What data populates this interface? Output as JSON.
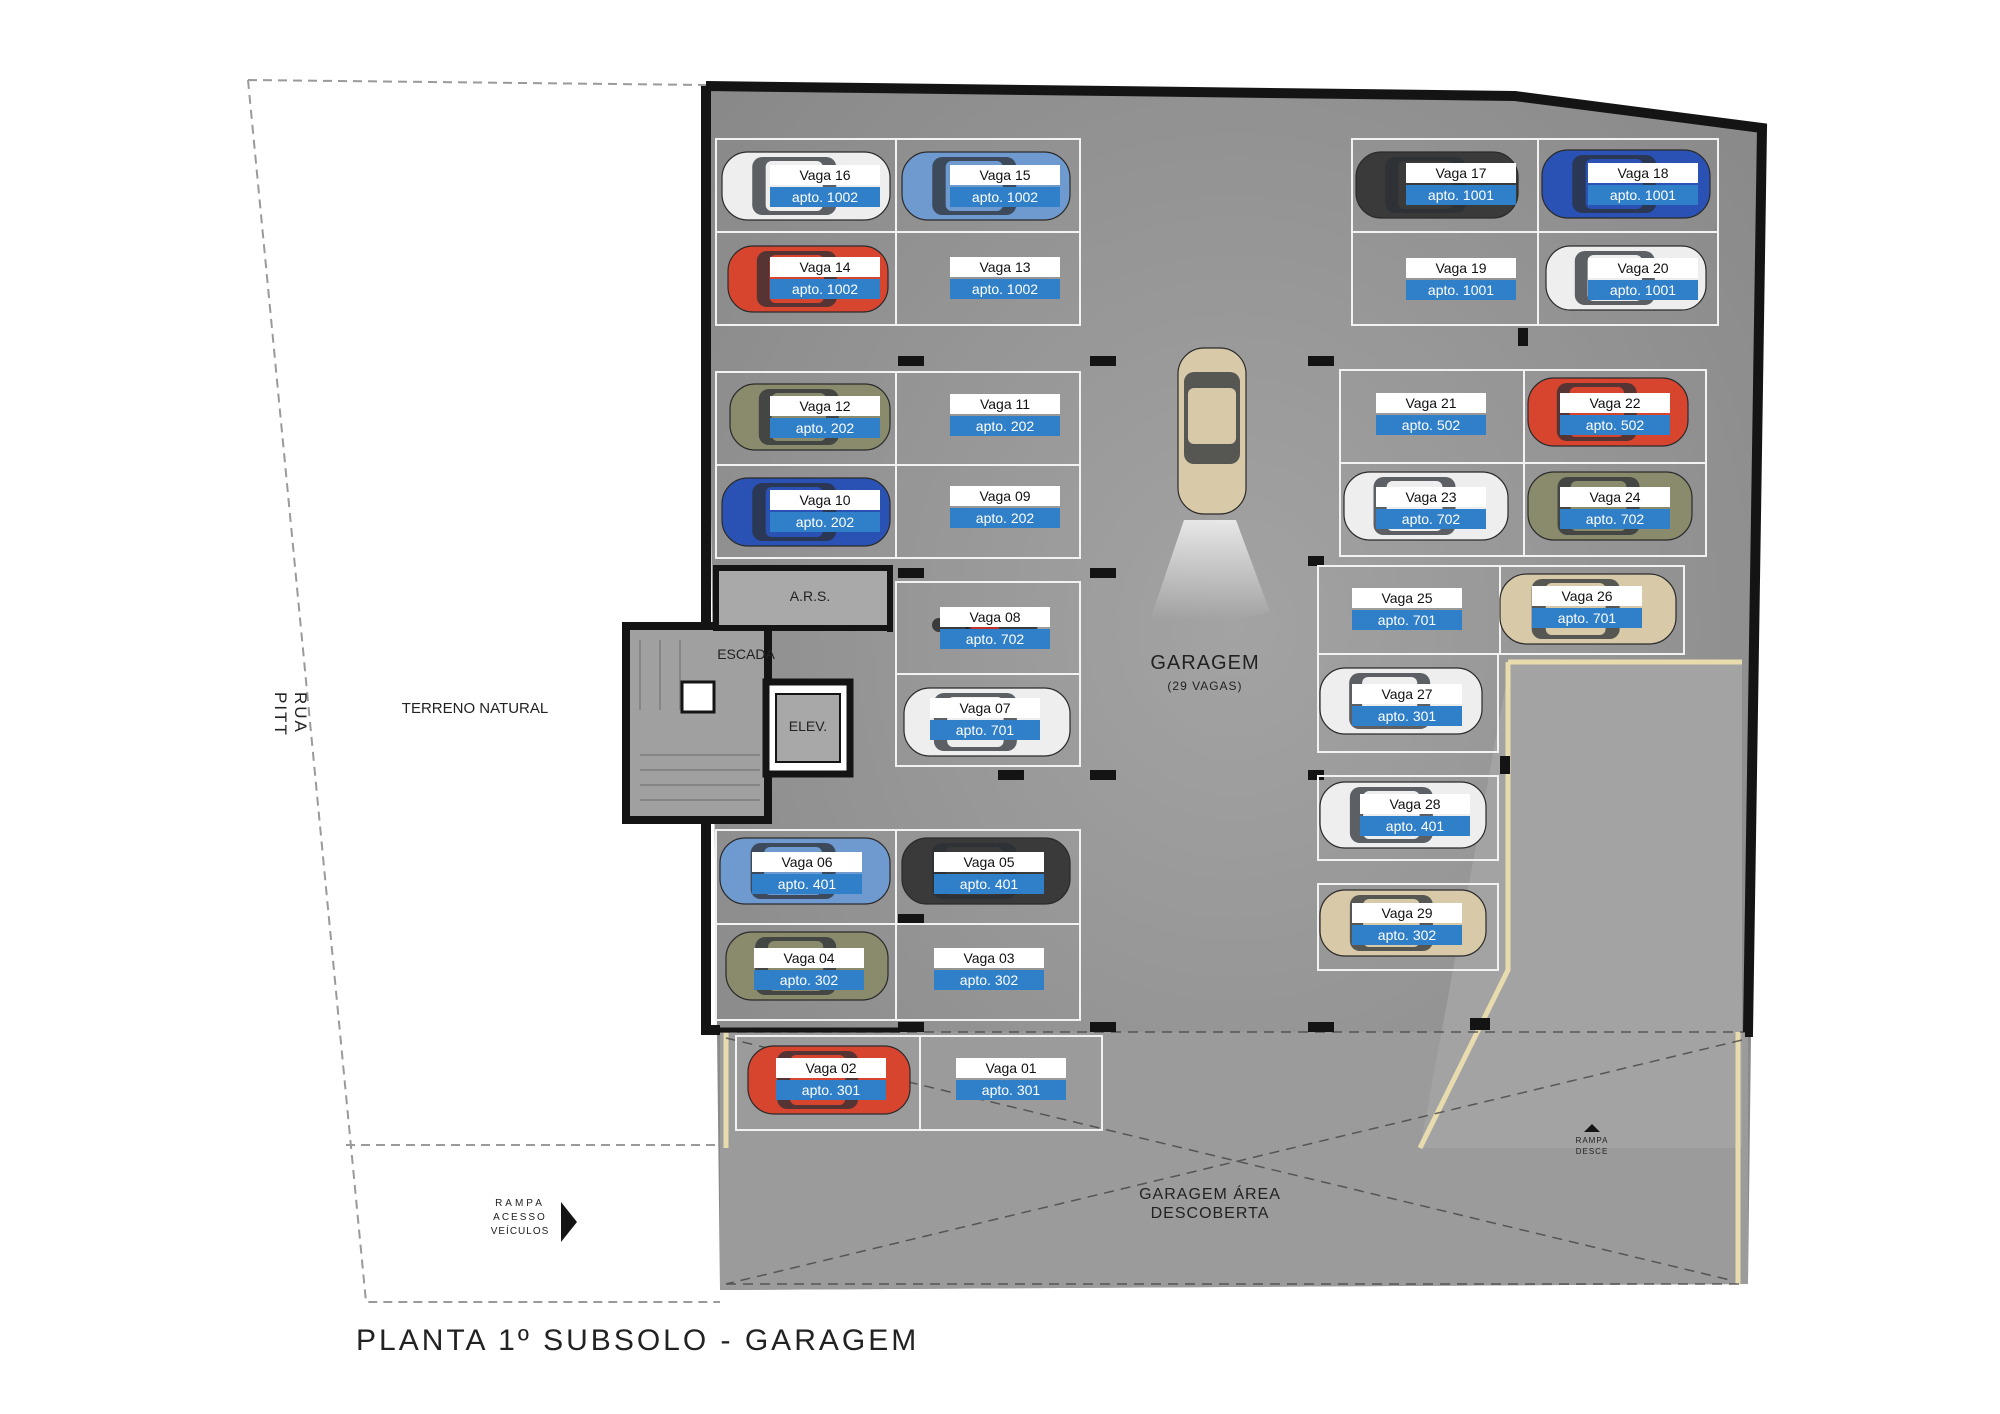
{
  "title": "PLANTA 1º SUBSOLO - GARAGEM",
  "street": "RUA PITT",
  "terrain": "TERRENO NATURAL",
  "garage": {
    "name": "GARAGEM",
    "capacity": "(29 VAGAS)"
  },
  "uncovered": {
    "line1": "GARAGEM ÁREA",
    "line2": "DESCOBERTA"
  },
  "ramp_access": {
    "line1": "RAMPA",
    "line2": "ACESSO",
    "line3": "VEÍCULOS"
  },
  "ramp_down": {
    "line1": "RAMPA",
    "line2": "DESCE"
  },
  "rooms": {
    "ars": "A.R.S.",
    "stairs": "ESCADA",
    "elevator": "ELEV."
  },
  "colors": {
    "floor": "#8f8f8f",
    "wall": "#141414",
    "label_blue": "#2f7fc9",
    "ramp_edge": "#e8dcae"
  },
  "spots": [
    {
      "vaga": "Vaga 16",
      "apto": "apto. 1002",
      "car": "white"
    },
    {
      "vaga": "Vaga 15",
      "apto": "apto. 1002",
      "car": "blue-light"
    },
    {
      "vaga": "Vaga 14",
      "apto": "apto. 1002",
      "car": "red"
    },
    {
      "vaga": "Vaga 13",
      "apto": "apto. 1002",
      "car": "none"
    },
    {
      "vaga": "Vaga 17",
      "apto": "apto. 1001",
      "car": "black"
    },
    {
      "vaga": "Vaga 18",
      "apto": "apto. 1001",
      "car": "blue"
    },
    {
      "vaga": "Vaga 19",
      "apto": "apto. 1001",
      "car": "none"
    },
    {
      "vaga": "Vaga 20",
      "apto": "apto. 1001",
      "car": "white"
    },
    {
      "vaga": "Vaga 12",
      "apto": "apto. 202",
      "car": "olive"
    },
    {
      "vaga": "Vaga 11",
      "apto": "apto. 202",
      "car": "none"
    },
    {
      "vaga": "Vaga 10",
      "apto": "apto. 202",
      "car": "blue"
    },
    {
      "vaga": "Vaga 09",
      "apto": "apto. 202",
      "car": "none"
    },
    {
      "vaga": "Vaga 21",
      "apto": "apto. 502",
      "car": "none"
    },
    {
      "vaga": "Vaga 22",
      "apto": "apto. 502",
      "car": "red"
    },
    {
      "vaga": "Vaga 23",
      "apto": "apto. 702",
      "car": "white"
    },
    {
      "vaga": "Vaga 24",
      "apto": "apto. 702",
      "car": "olive"
    },
    {
      "vaga": "Vaga 08",
      "apto": "apto. 702",
      "car": "motorcycle"
    },
    {
      "vaga": "Vaga 07",
      "apto": "apto. 701",
      "car": "white"
    },
    {
      "vaga": "Vaga 25",
      "apto": "apto. 701",
      "car": "none"
    },
    {
      "vaga": "Vaga 26",
      "apto": "apto. 701",
      "car": "beige"
    },
    {
      "vaga": "Vaga 27",
      "apto": "apto. 301",
      "car": "white"
    },
    {
      "vaga": "Vaga 28",
      "apto": "apto. 401",
      "car": "white"
    },
    {
      "vaga": "Vaga 29",
      "apto": "apto. 302",
      "car": "beige"
    },
    {
      "vaga": "Vaga 06",
      "apto": "apto. 401",
      "car": "blue-light"
    },
    {
      "vaga": "Vaga 05",
      "apto": "apto. 401",
      "car": "black"
    },
    {
      "vaga": "Vaga 04",
      "apto": "apto. 302",
      "car": "olive"
    },
    {
      "vaga": "Vaga 03",
      "apto": "apto. 302",
      "car": "none"
    },
    {
      "vaga": "Vaga 02",
      "apto": "apto. 301",
      "car": "red"
    },
    {
      "vaga": "Vaga 01",
      "apto": "apto. 301",
      "car": "none"
    }
  ]
}
